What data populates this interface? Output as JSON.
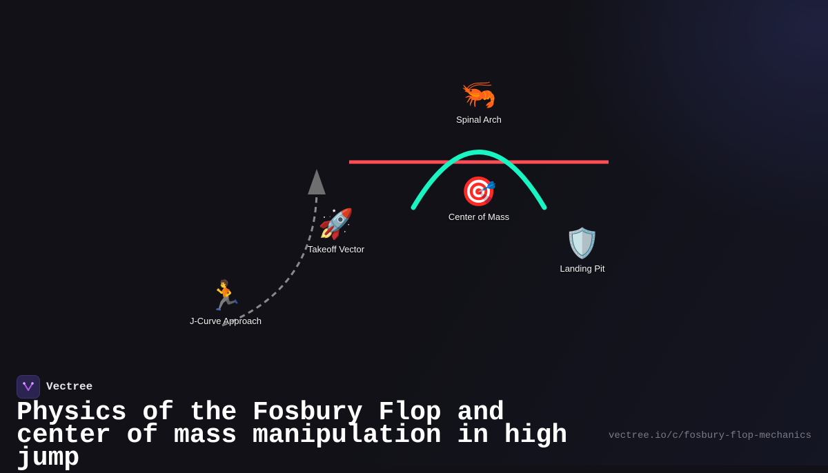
{
  "colors": {
    "background": "#111117",
    "bar": "#ff4d57",
    "arch": "#19f5c2",
    "approach_path": "#8a8a8a",
    "takeoff_arrow": "#6f6f6f"
  },
  "nodes": {
    "spinal_arch": {
      "icon": "🦐",
      "icon_name": "shrimp-icon",
      "label": "Spinal Arch"
    },
    "center_of_mass": {
      "icon": "🎯",
      "icon_name": "target-icon",
      "label": "Center of Mass"
    },
    "takeoff_vector": {
      "icon": "🚀",
      "icon_name": "rocket-icon",
      "label": "Takeoff Vector"
    },
    "landing_pit": {
      "icon": "🛡️",
      "icon_name": "shield-icon",
      "label": "Landing Pit"
    },
    "approach": {
      "icon": "🏃",
      "icon_name": "runner-icon",
      "label": "J-Curve Approach"
    }
  },
  "brand": {
    "name": "Vectree"
  },
  "title": "Physics of the Fosbury Flop and center of mass manipulation in high jump",
  "url": "vectree.io/c/fosbury-flop-mechanics"
}
